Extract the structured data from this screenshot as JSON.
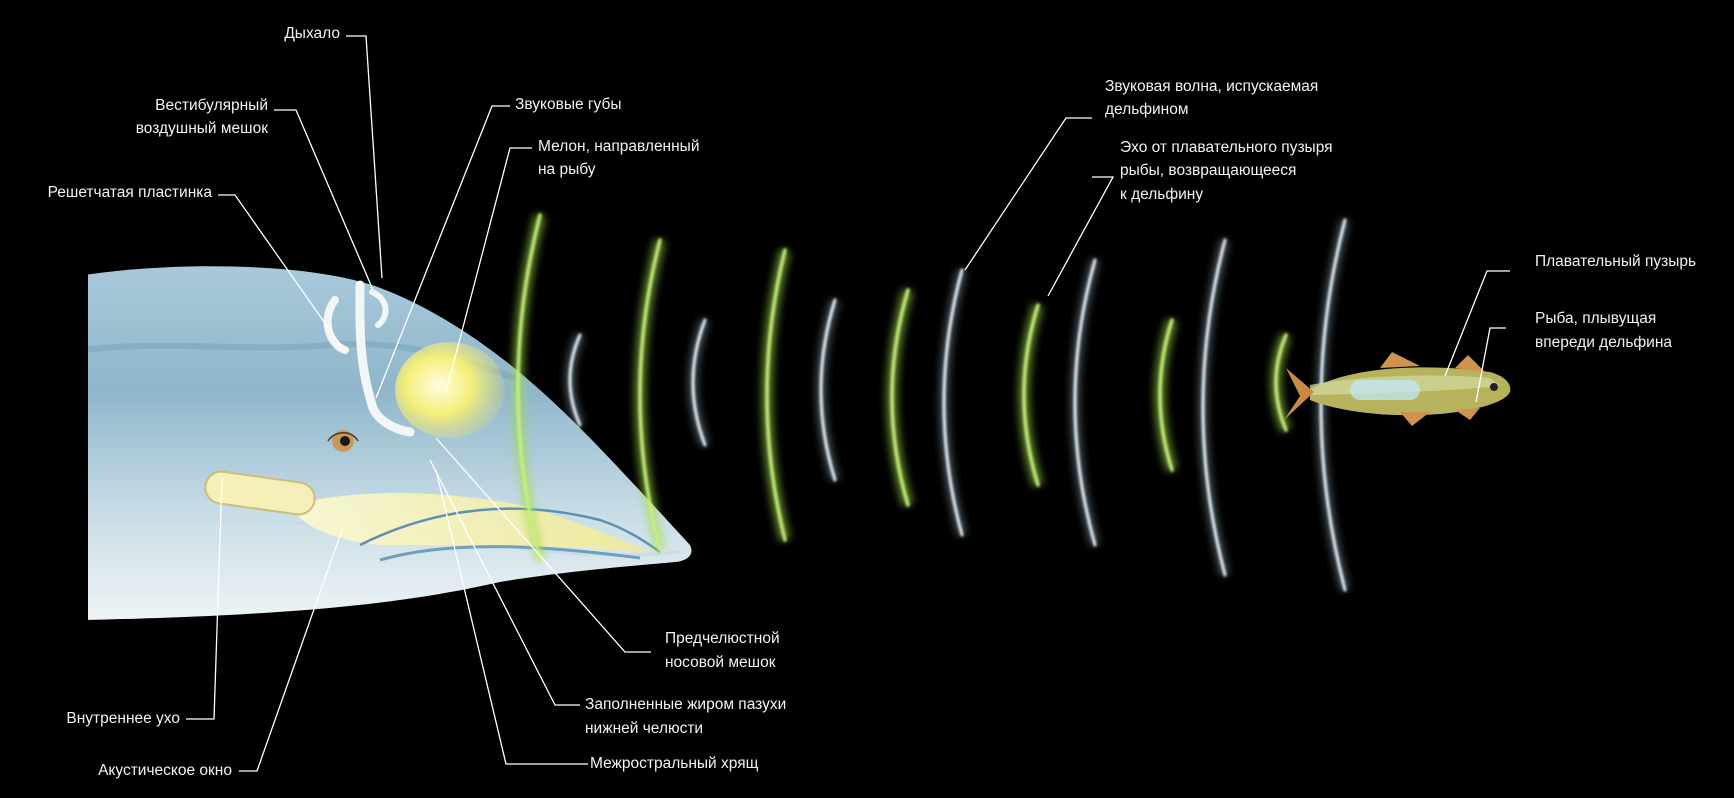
{
  "labels": {
    "blowhole": "Дыхало",
    "vestibular_sac_1": "Вестибулярный",
    "vestibular_sac_2": "воздушный мешок",
    "sound_lips": "Звуковые губы",
    "melon_1": "Мелон, направленный",
    "melon_2": "на рыбу",
    "cribriform_plate": "Решетчатая пластинка",
    "sound_wave_1": "Звуковая волна, испускаемая",
    "sound_wave_2": "дельфином",
    "echo_1": "Эхо от плавательного пузыря",
    "echo_2": "рыбы, возвращающееся",
    "echo_3": "к дельфину",
    "swim_bladder": "Плавательный пузырь",
    "fish_1": "Рыба, плывущая",
    "fish_2": "впереди дельфина",
    "premaxillary_sac_1": "Предчелюстной",
    "premaxillary_sac_2": "носовой мешок",
    "fat_sinuses_1": "Заполненные жиром пазухи",
    "fat_sinuses_2": "нижней челюсти",
    "inner_ear": "Внутреннее ухо",
    "acoustic_window": "Акустическое окно",
    "interrostral_cartilage": "Межростральный хрящ"
  },
  "colors": {
    "background": "#000000",
    "outgoing_wave": "#b9dcf2",
    "echo_wave": "#9fd94a",
    "melon": "#f5f08a",
    "dolphin_skin": "#8fb8cc",
    "leader_line": "#ffffff"
  }
}
